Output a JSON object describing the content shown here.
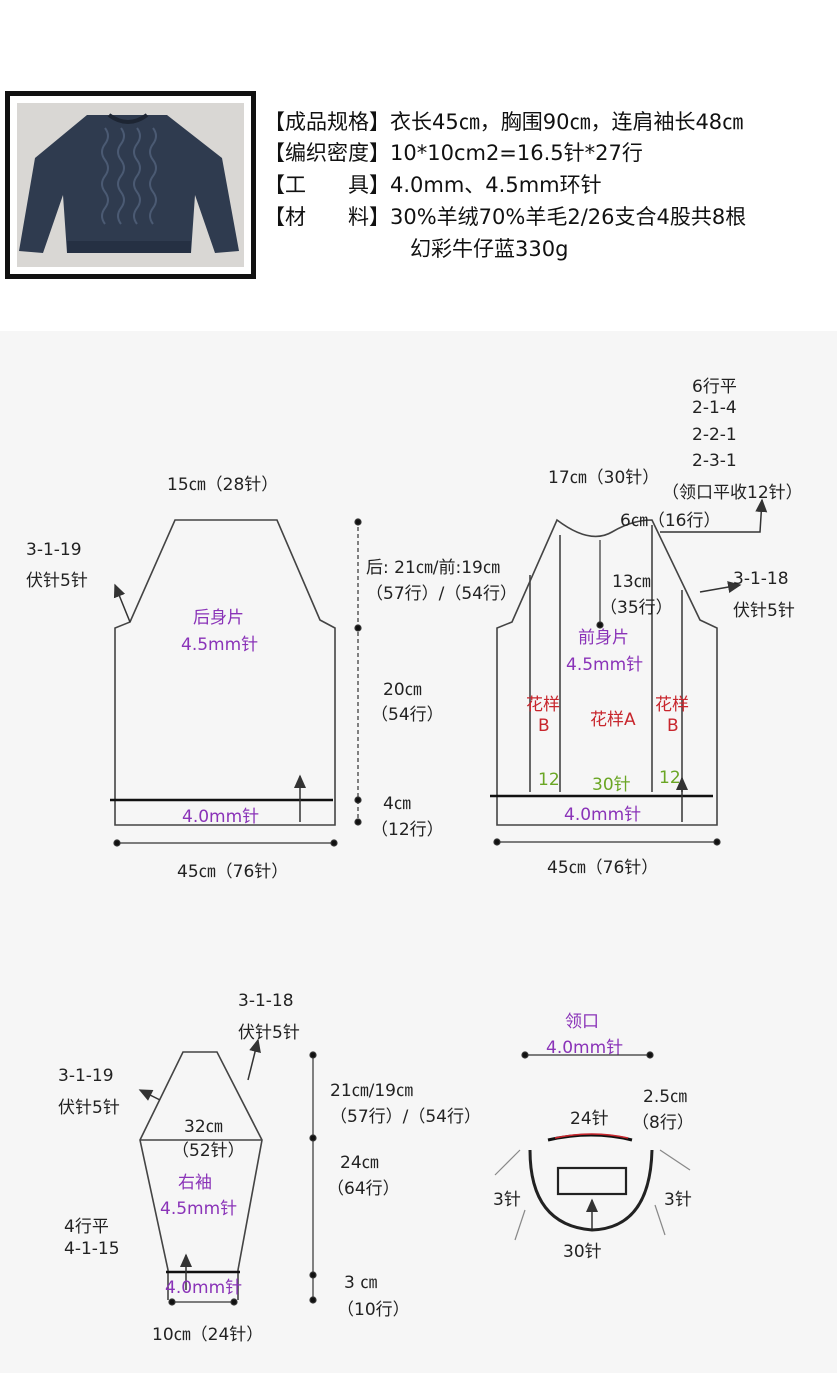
{
  "colors": {
    "purple": "#8a33b8",
    "red": "#c8262d",
    "green": "#6aa624",
    "line": "#333333",
    "sweater": "#2f3b4f"
  },
  "specs": {
    "size": "【成品规格】衣长45㎝，胸围90㎝，连肩袖长48㎝",
    "gauge": "【编织密度】10*10cm2=16.5针*27行",
    "tools": "【工　　具】4.0mm、4.5mm环针",
    "material": "【材　　料】30%羊绒70%羊毛2/26支合4股共8根",
    "material2": "幻彩牛仔蓝330g"
  },
  "back": {
    "top_width": "15㎝（28针）",
    "armhole_dec": "3-1-19",
    "armhole_bind": "伏针5针",
    "title": "后身片",
    "needle": "4.5mm针",
    "rib_needle": "4.0mm针",
    "bottom_width": "45㎝（76针）"
  },
  "measures": {
    "raglan_height": "后: 21㎝/前:19㎝",
    "raglan_rows": "（57行）/（54行）",
    "body_height": "20㎝",
    "body_rows": "（54行）",
    "rib_height": "4㎝",
    "rib_rows": "（12行）"
  },
  "front": {
    "neck_rules": [
      "6行平",
      "2-1-4",
      "2-2-1",
      "2-3-1"
    ],
    "neck_bind": "（领口平收12针）",
    "top_width": "17㎝（30针）",
    "neck_width": "6㎝（16行）",
    "neck_depth": "13㎝",
    "neck_rows": "（35行）",
    "armhole_dec": "3-1-18",
    "armhole_bind": "伏针5针",
    "title": "前身片",
    "needle": "4.5mm针",
    "pattern_b": "花样",
    "pattern_b_letter": "B",
    "pattern_a": "花样A",
    "count_side": "12",
    "count_center": "30针",
    "rib_needle": "4.0mm针",
    "bottom_width": "45㎝（76针）"
  },
  "sleeve": {
    "top_dec": "3-1-18",
    "top_bind": "伏针5针",
    "left_dec": "3-1-19",
    "left_bind": "伏针5针",
    "width": "32㎝",
    "width_sts": "（52针）",
    "title": "右袖",
    "needle": "4.5mm针",
    "inc_flat": "4行平",
    "inc_rule": "4-1-15",
    "rib_needle": "4.0mm针",
    "cuff_width": "10㎝（24针）",
    "cap_height": "21㎝/19㎝",
    "cap_rows": "（57行）/（54行）",
    "arm_height": "24㎝",
    "arm_rows": "（64行）",
    "cuff_height": "3 ㎝",
    "cuff_rows": "（10行）"
  },
  "collar": {
    "title": "领口",
    "needle": "4.0mm针",
    "back_sts": "24针",
    "depth": "2.5㎝",
    "depth_rows": "（8行）",
    "side_sts": "3针",
    "front_sts": "30针"
  }
}
